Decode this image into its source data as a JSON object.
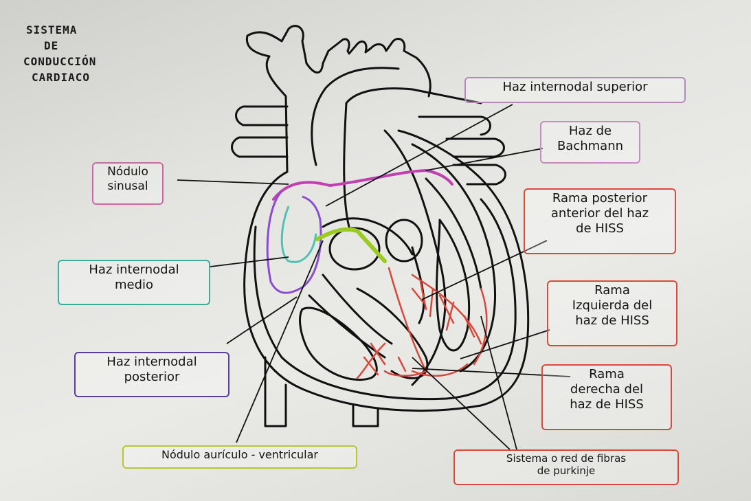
{
  "title": {
    "lines": [
      "SISTEMA",
      "DE",
      "CONDUCCIÓN",
      "CARDIACO"
    ]
  },
  "labels": {
    "nodulo_sinusal": {
      "lines": [
        "Nódulo",
        "sinusal"
      ],
      "color": "#c86aa4"
    },
    "haz_internodal_medio": {
      "lines": [
        "Haz internodal",
        "medio"
      ],
      "color": "#3fa99a"
    },
    "haz_internodal_posterior": {
      "lines": [
        "Haz internodal",
        "posterior"
      ],
      "color": "#5a3f9a"
    },
    "nodulo_av": {
      "lines": [
        "Nódulo aurículo - ventricular"
      ],
      "color": "#b8c43a"
    },
    "haz_internodal_superior": {
      "lines": [
        "Haz internodal superior"
      ],
      "color": "#b38ab6"
    },
    "haz_de_bachmann": {
      "lines": [
        "Haz de",
        "Bachmann"
      ],
      "color": "#c58dbd"
    },
    "rama_posterior_anterior": {
      "lines": [
        "Rama posterior",
        "anterior del haz",
        "de HISS"
      ],
      "color": "#d84a3c"
    },
    "rama_izquierda": {
      "lines": [
        "Rama",
        "Izquierda del",
        "haz de HISS"
      ],
      "color": "#d84a3c"
    },
    "rama_derecha": {
      "lines": [
        "Rama",
        "derecha del",
        "haz de HISS"
      ],
      "color": "#d84a3c"
    },
    "sistema_purkinje": {
      "lines": [
        "Sistema o red de fibras",
        "de purkinje"
      ],
      "color": "#d84a3c"
    }
  },
  "colors": {
    "outline": "#111111",
    "purkinje_fibers": "#d9473a",
    "sinus_pink": "#c23fb0",
    "internodal_purple": "#8a4bd0",
    "internodal_teal": "#4fc2b4",
    "av_node_green": "#9acb1e"
  }
}
